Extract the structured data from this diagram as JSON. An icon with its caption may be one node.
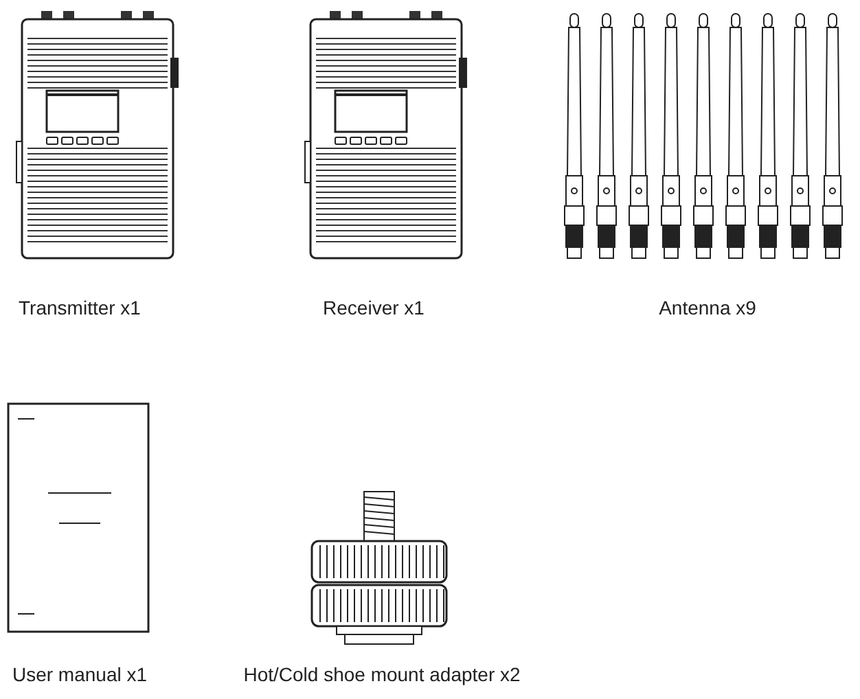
{
  "diagram": {
    "labels": [
      "Transmitter x1",
      "Receiver x1",
      "Antenna x9",
      "User manual x1",
      "Hot/Cold shoe mount adapter x2"
    ]
  }
}
